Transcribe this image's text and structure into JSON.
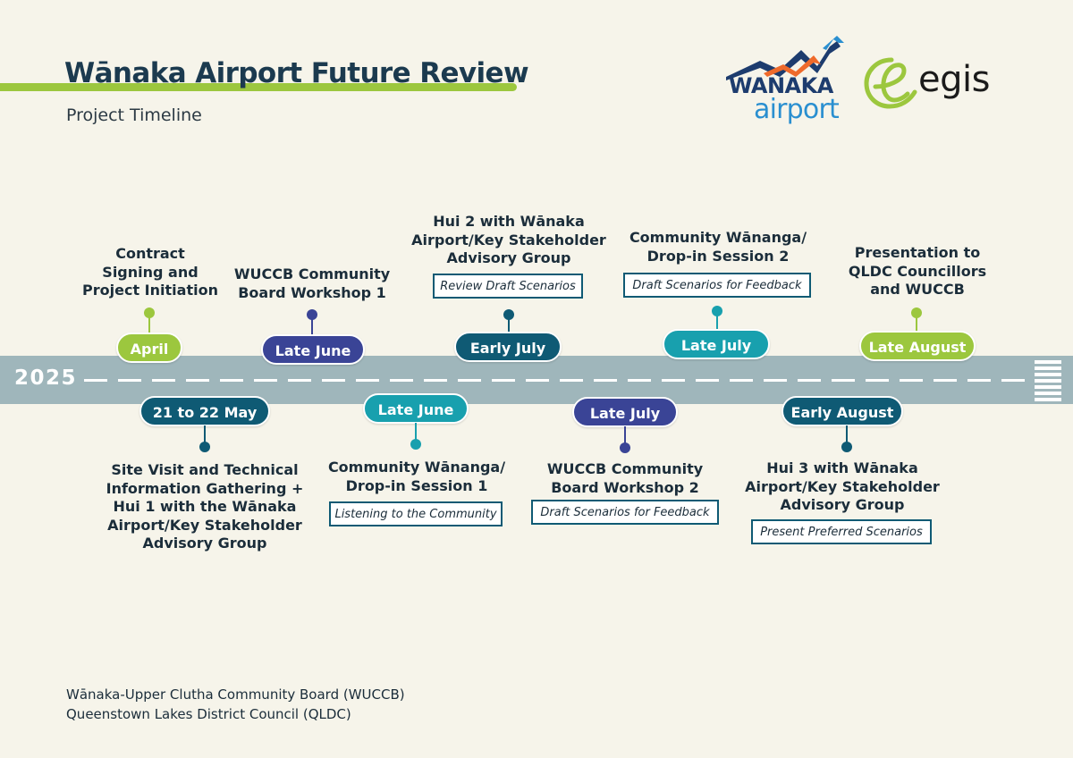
{
  "header": {
    "title": "Wānaka Airport Future Review",
    "subtitle": "Project Timeline"
  },
  "logos": {
    "wanaka_line1": "WANAKA",
    "wanaka_line2": "airport",
    "egis": "egis"
  },
  "timeline": {
    "year": "2025",
    "above": [
      {
        "date": "April",
        "color": "#9cc73e",
        "lines": [
          "Contract",
          "Signing and",
          "Project Initiation"
        ],
        "note": ""
      },
      {
        "date": "Late June",
        "color": "#3a4496",
        "lines": [
          "WUCCB Community",
          "Board Workshop 1"
        ],
        "note": ""
      },
      {
        "date": "Early July",
        "color": "#0f5a74",
        "lines": [
          "Hui 2 with Wānaka",
          "Airport/Key Stakeholder",
          "Advisory Group"
        ],
        "note": "Review Draft Scenarios"
      },
      {
        "date": "Late July",
        "color": "#18a0ae",
        "lines": [
          "Community Wānanga/",
          "Drop-in Session 2"
        ],
        "note": "Draft Scenarios for Feedback"
      },
      {
        "date": "Late August",
        "color": "#9cc73e",
        "lines": [
          "Presentation to",
          "QLDC Councillors",
          "and WUCCB"
        ],
        "note": ""
      }
    ],
    "below": [
      {
        "date": "21 to 22 May",
        "color": "#0f5a74",
        "lines": [
          "Site Visit and Technical",
          "Information Gathering +",
          "Hui 1 with the Wānaka",
          "Airport/Key Stakeholder",
          "Advisory Group"
        ],
        "note": ""
      },
      {
        "date": "Late June",
        "color": "#18a0ae",
        "lines": [
          "Community Wānanga/",
          "Drop-in Session 1"
        ],
        "note": "Listening to the Community"
      },
      {
        "date": "Late July",
        "color": "#3a4496",
        "lines": [
          "WUCCB Community",
          "Board Workshop 2"
        ],
        "note": "Draft Scenarios for Feedback"
      },
      {
        "date": "Early August",
        "color": "#0f5a74",
        "lines": [
          "Hui 3 with Wānaka",
          "Airport/Key Stakeholder",
          "Advisory Group"
        ],
        "note": "Present Preferred Scenarios"
      }
    ]
  },
  "footer": {
    "line1": "Wānaka-Upper Clutha Community Board (WUCCB)",
    "line2": "Queenstown Lakes District Council (QLDC)"
  }
}
